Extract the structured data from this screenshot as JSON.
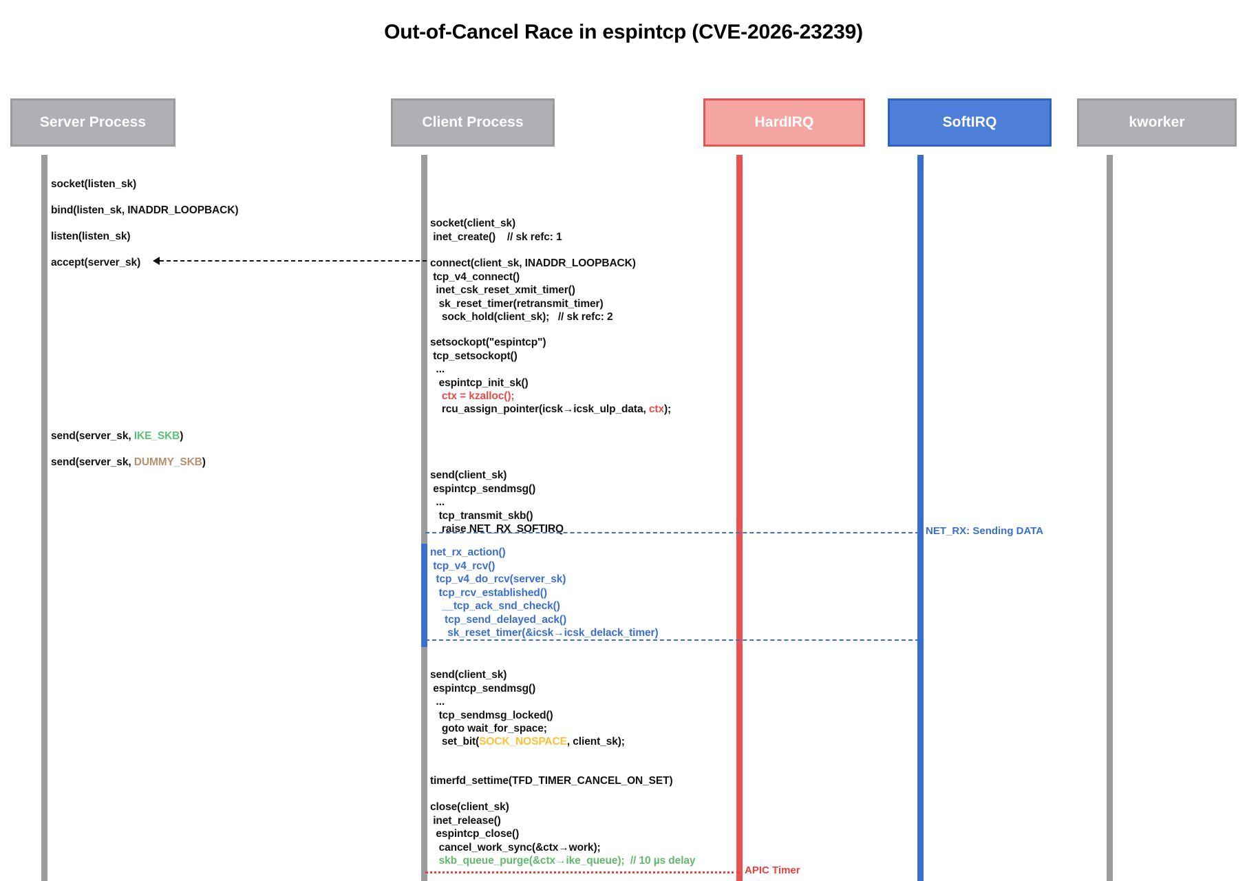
{
  "title": "Out-of-Cancel Race in espintcp (CVE-2026-23239)",
  "colors": {
    "gray": "#9b9b9e",
    "gray_fill": "#b0b0b4",
    "red": "#ea5450",
    "red_fill": "#f5a5a2",
    "blue": "#3a6fd0",
    "blue_fill": "#4e7fd8",
    "token_red": "#ea4b45",
    "token_green": "#5cc273",
    "token_tan": "#b6906c",
    "token_yellow": "#fdc134"
  },
  "lifelines": [
    {
      "id": "server-process",
      "label": "Server Process",
      "style": "gray"
    },
    {
      "id": "client-process",
      "label": "Client Process",
      "style": "gray"
    },
    {
      "id": "hardirq",
      "label": "HardIRQ",
      "style": "red"
    },
    {
      "id": "softirq",
      "label": "SoftIRQ",
      "style": "blue"
    },
    {
      "id": "kworker",
      "label": "kworker",
      "style": "gray"
    }
  ],
  "server_block": {
    "line1": "socket(listen_sk)",
    "line2": "bind(listen_sk, INADDR_LOOPBACK)",
    "line3": "listen(listen_sk)",
    "line4": "accept(server_sk)",
    "send_ike_pre": "send(server_sk, ",
    "send_ike_tok": "IKE_SKB",
    "send_ike_post": ")",
    "send_dummy_pre": "send(server_sk, ",
    "send_dummy_tok": "DUMMY_SKB",
    "send_dummy_post": ")"
  },
  "client_blocks": {
    "socket": "socket(client_sk)\n inet_create()    // sk refc: 1",
    "connect": "connect(client_sk, INADDR_LOOPBACK)\n tcp_v4_connect()\n  inet_csk_reset_xmit_timer()\n   sk_reset_timer(retransmit_timer)\n    sock_hold(client_sk);   // sk refc: 2",
    "setsockopt_head": "setsockopt(\"espintcp\")\n tcp_setsockopt()\n  ...\n   espintcp_init_sk()",
    "ctx_kzalloc": "    ctx = kzalloc();",
    "rcu_assign_pre": "    rcu_assign_pointer(icsk→icsk_ulp_data, ",
    "rcu_assign_tok": "ctx",
    "rcu_assign_post": ");",
    "send1": "send(client_sk)\n espintcp_sendmsg()\n  ...\n   tcp_transmit_skb()\n    raise NET_RX_SOFTIRQ",
    "send2_head": "send(client_sk)\n espintcp_sendmsg()\n  ...\n   tcp_sendmsg_locked()\n    goto wait_for_space;",
    "setbit_pre": "    set_bit(",
    "setbit_tok": "SOCK_NOSPACE",
    "setbit_post": ", client_sk);",
    "timerfd": "timerfd_settime(TFD_TIMER_CANCEL_ON_SET)",
    "close_head": "close(client_sk)\n inet_release()\n  espintcp_close()\n   cancel_work_sync(&ctx→work);",
    "skb_purge": "   skb_queue_purge(&ctx→ike_queue);  // 10 µs delay"
  },
  "softirq_block": "net_rx_action()\n tcp_v4_rcv()\n  tcp_v4_do_rcv(server_sk)\n   tcp_rcv_established()\n    __tcp_ack_snd_check()\n     tcp_send_delayed_ack()\n      sk_reset_timer(&icsk→icsk_delack_timer)",
  "messages": {
    "accept_return": "",
    "net_rx": "NET_RX: Sending DATA",
    "apic_timer": "APIC Timer"
  }
}
